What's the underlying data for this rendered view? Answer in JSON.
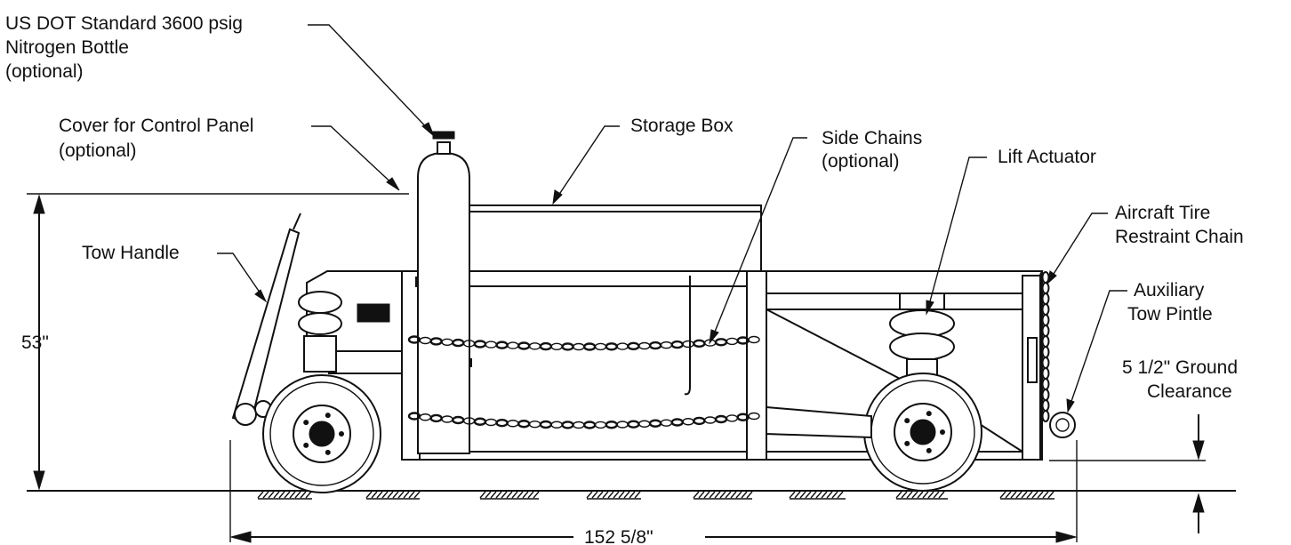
{
  "labels": {
    "nitrogen_line1": "US DOT Standard 3600 psig",
    "nitrogen_line2": "Nitrogen Bottle",
    "nitrogen_line3": "(optional)",
    "cover_line1": "Cover for Control Panel",
    "cover_line2": "(optional)",
    "storage_box": "Storage Box",
    "side_chains_line1": "Side Chains",
    "side_chains_line2": "(optional)",
    "lift_actuator": "Lift Actuator",
    "restraint_line1": "Aircraft Tire",
    "restraint_line2": "Restraint Chain",
    "pintle_line1": "Auxiliary",
    "pintle_line2": "Tow Pintle",
    "tow_handle": "Tow Handle",
    "clearance_line1": "5  1/2\" Ground",
    "clearance_line2": "Clearance"
  },
  "dimensions": {
    "height": "53\"",
    "length": "152  5/8\""
  }
}
